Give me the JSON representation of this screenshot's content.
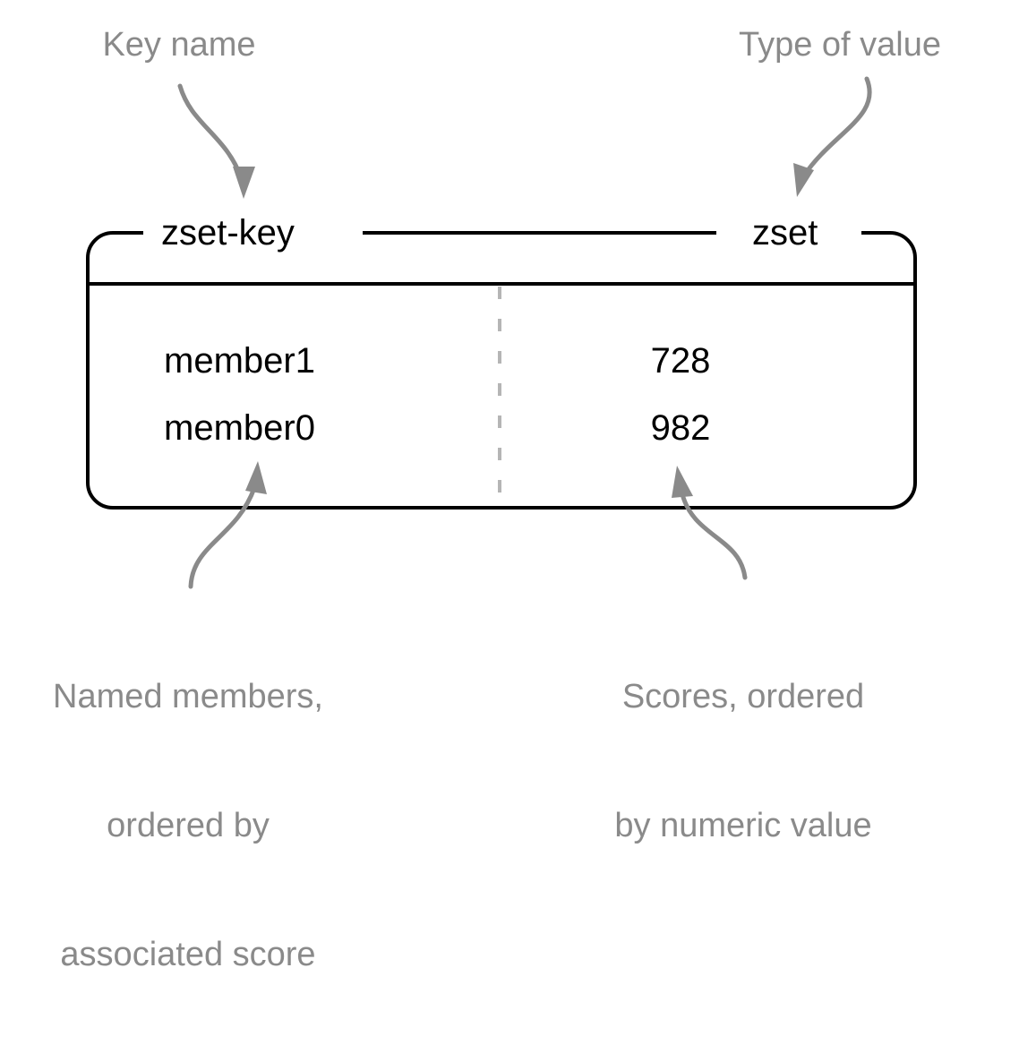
{
  "diagram": {
    "title_annotations": {
      "key_name": "Key name",
      "type_of_value": "Type of value"
    },
    "captions": {
      "members": {
        "line1": "Named members,",
        "line2": "ordered by",
        "line3": "associated score"
      },
      "scores": {
        "line1": "Scores, ordered",
        "line2": "by numeric value"
      }
    },
    "box": {
      "key_label": "zset-key",
      "type_label": "zset"
    },
    "entries": [
      {
        "member": "member1",
        "score": "728"
      },
      {
        "member": "member0",
        "score": "982"
      }
    ],
    "colors": {
      "annotation_gray": "#8a8a8a",
      "arrow_gray": "#8a8a8a",
      "box_stroke": "#000000",
      "divider_dashed": "#b5b5b5",
      "text_black": "#000000",
      "background": "#ffffff"
    }
  }
}
